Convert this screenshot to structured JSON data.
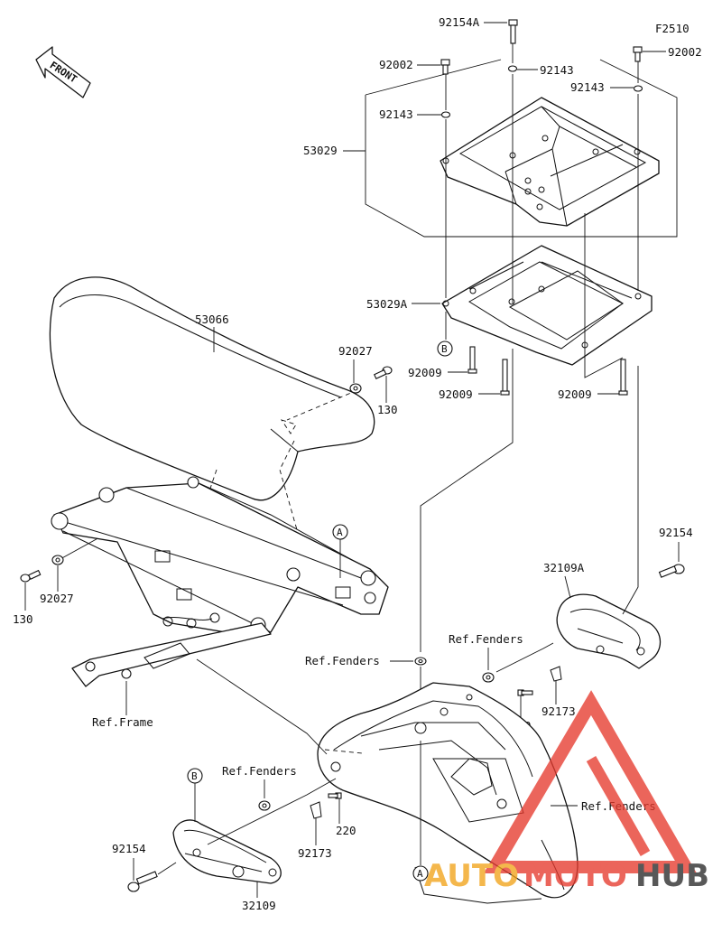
{
  "diagram_code": "F2510",
  "front_label": "FRONT",
  "parts": {
    "p92154A": "92154A",
    "p92002_top": "92002",
    "p92002_right": "92002",
    "p92143_a": "92143",
    "p92143_b": "92143",
    "p92143_c": "92143",
    "p53029": "53029",
    "p53029A": "53029A",
    "p53066": "53066",
    "p92027_top": "92027",
    "p130_top": "130",
    "p92027_left": "92027",
    "p130_left": "130",
    "p92009_a": "92009",
    "p92009_b": "92009",
    "p92009_c": "92009",
    "p92154_right": "92154",
    "p32109A": "32109A",
    "p220_a": "220",
    "p92173_a": "92173",
    "p32109": "32109",
    "p92154_left": "92154",
    "p220_b": "220",
    "p92173_b": "92173"
  },
  "refs": {
    "fenders_1": "Ref.Fenders",
    "fenders_2": "Ref.Fenders",
    "fenders_3": "Ref.Fenders",
    "fenders_4": "Ref.Fenders",
    "frame": "Ref.Frame"
  },
  "markers": {
    "a_upper": "A",
    "a_lower": "A",
    "b_upper": "B",
    "b_lower": "B"
  },
  "watermark": {
    "text_auto": "AUTO",
    "text_moto": "MOTO",
    "text_hub": "HUB",
    "color_brand": "#e63a2e",
    "color_accent": "#f2a31b",
    "color_dark": "#2a2a2a"
  }
}
